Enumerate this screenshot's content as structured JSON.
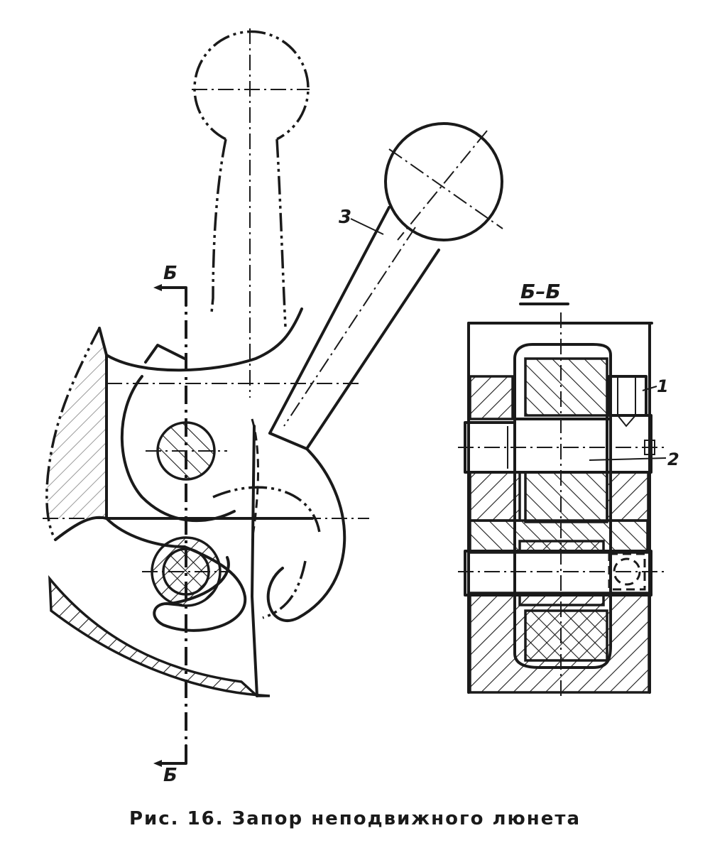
{
  "caption": "Рис. 16. Запор неподвижного люнета",
  "labels": {
    "lever": "3",
    "part_1": "1",
    "part_2": "2",
    "section_top": "Б",
    "section_bottom": "Б",
    "section_title": "Б–Б"
  }
}
